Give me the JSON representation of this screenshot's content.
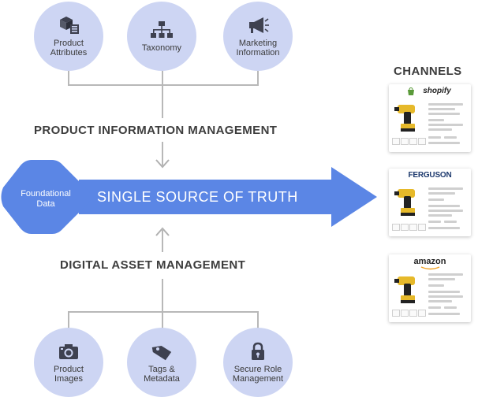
{
  "pim": {
    "items": [
      {
        "label": "Product\nAttributes",
        "icon": "boxes-icon"
      },
      {
        "label": "Taxonomy",
        "icon": "hierarchy-icon"
      },
      {
        "label": "Marketing\nInformation",
        "icon": "megaphone-icon"
      }
    ],
    "heading": "PRODUCT INFORMATION MANAGEMENT"
  },
  "center": {
    "foundational_label": "Foundational\nData",
    "arrow_label": "SINGLE SOURCE OF TRUTH"
  },
  "dam": {
    "heading": "DIGITAL ASSET MANAGEMENT",
    "items": [
      {
        "label": "Product\nImages",
        "icon": "camera-icon"
      },
      {
        "label": "Tags &\nMetadata",
        "icon": "tag-icon"
      },
      {
        "label": "Secure Role\nManagement",
        "icon": "lock-icon"
      }
    ]
  },
  "channels": {
    "heading": "CHANNELS",
    "items": [
      {
        "brand": "shopify"
      },
      {
        "brand": "FERGUSON"
      },
      {
        "brand": "amazon"
      }
    ]
  },
  "colors": {
    "circle": "#cdd5f3",
    "arrow": "#5b86e5",
    "connector": "#b8b8b8",
    "icon": "#3e4150"
  }
}
